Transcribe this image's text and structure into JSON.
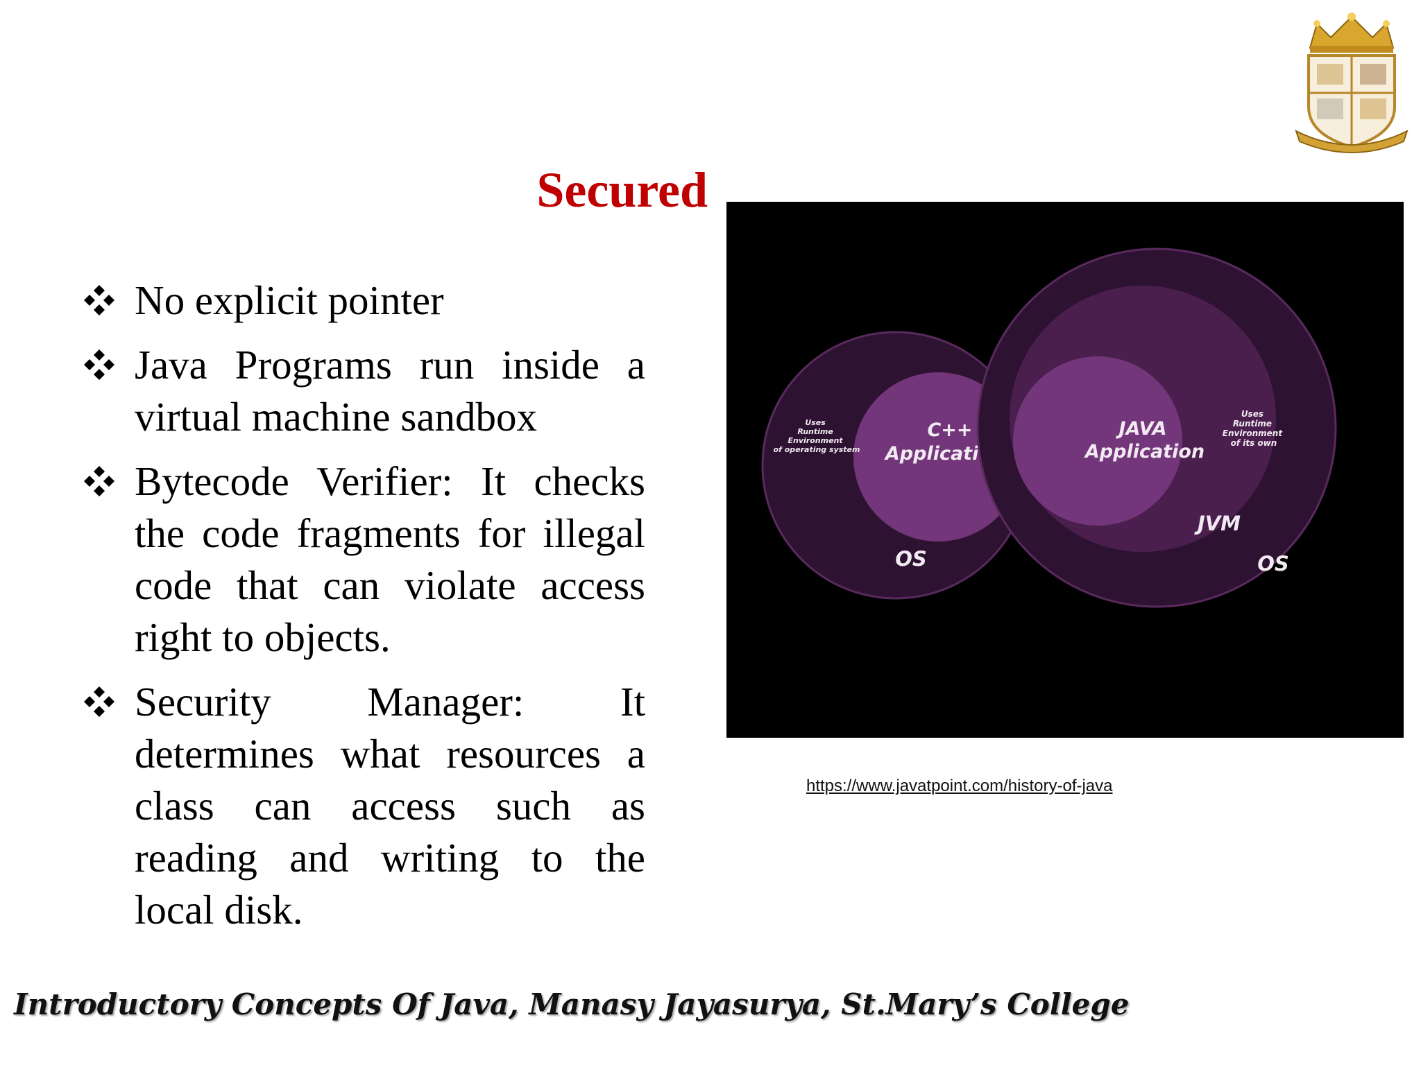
{
  "slide": {
    "title": "Secured",
    "bullet_icon": "four-diamond-icon",
    "bullets": [
      "No explicit pointer",
      "Java Programs run inside a virtual machine sandbox",
      "Bytecode Verifier: It checks the code fragments for illegal code that can violate access right to objects.",
      "Security Manager: It determines what resources a class can access such as reading and writing to the local disk."
    ],
    "footer": "Introductory Concepts Of Java, Manasy Jayasurya, St.Mary’s College"
  },
  "figure": {
    "left_diagram": {
      "app_line1": "C++",
      "app_line2": "Application",
      "note_lines": [
        "Uses",
        "Runtime",
        "Environment",
        "of operating system"
      ],
      "outer_label": "OS"
    },
    "right_diagram": {
      "app_line1": "JAVA",
      "app_line2": "Application",
      "note_lines": [
        "Uses",
        "Runtime",
        "Environment",
        "of its own"
      ],
      "middle_label": "JVM",
      "outer_label": "OS"
    },
    "colors": {
      "background": "#000000",
      "outer": "#2e1232",
      "middle": "#4a1f4e",
      "inner": "#74367a",
      "text": "#f2eaf2"
    }
  },
  "source_link": "https://www.javatpoint.com/history-of-java",
  "colors": {
    "title": "#c00000",
    "text": "#000000"
  }
}
